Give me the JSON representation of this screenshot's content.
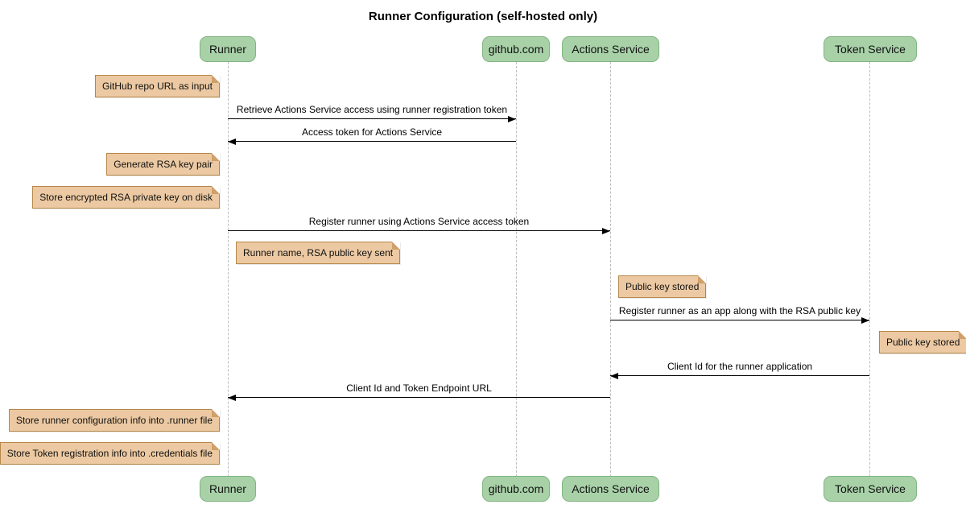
{
  "title": "Runner Configuration (self-hosted only)",
  "diagram": {
    "type": "sequence",
    "actors": [
      {
        "name": "Runner"
      },
      {
        "name": "github.com"
      },
      {
        "name": "Actions Service"
      },
      {
        "name": "Token Service"
      }
    ],
    "messages": [
      {
        "from": "Runner",
        "to": "github.com",
        "label": "Retrieve Actions Service access using runner registration token"
      },
      {
        "from": "github.com",
        "to": "Runner",
        "label": "Access token for Actions Service"
      },
      {
        "from": "Runner",
        "to": "Actions Service",
        "label": "Register runner using Actions Service access token"
      },
      {
        "from": "Actions Service",
        "to": "Token Service",
        "label": "Register runner as an app along with the RSA public key"
      },
      {
        "from": "Token Service",
        "to": "Actions Service",
        "label": "Client Id for the runner application"
      },
      {
        "from": "Actions Service",
        "to": "Runner",
        "label": "Client Id and Token Endpoint URL"
      }
    ],
    "notes": [
      {
        "attached_to": "Runner",
        "side": "left",
        "text": "GitHub repo URL as input"
      },
      {
        "attached_to": "Runner",
        "side": "left",
        "text": "Generate RSA key pair"
      },
      {
        "attached_to": "Runner",
        "side": "left",
        "text": "Store encrypted RSA private key on disk"
      },
      {
        "attached_to": "Runner",
        "side": "right",
        "text": "Runner name, RSA public key sent"
      },
      {
        "attached_to": "Actions Service",
        "side": "right",
        "text": "Public key stored"
      },
      {
        "attached_to": "Token Service",
        "side": "right",
        "text": "Public key stored"
      },
      {
        "attached_to": "Runner",
        "side": "left",
        "text": "Store runner configuration info into .runner file"
      },
      {
        "attached_to": "Runner",
        "side": "left",
        "text": "Store Token registration info into .credentials file"
      }
    ],
    "colors": {
      "actor_fill": "#a8d1a8",
      "actor_border": "#81b581",
      "note_fill": "#ecc9a2",
      "note_border": "#b5874a",
      "lifeline": "#bdbdbd",
      "arrow": "#000000"
    }
  }
}
